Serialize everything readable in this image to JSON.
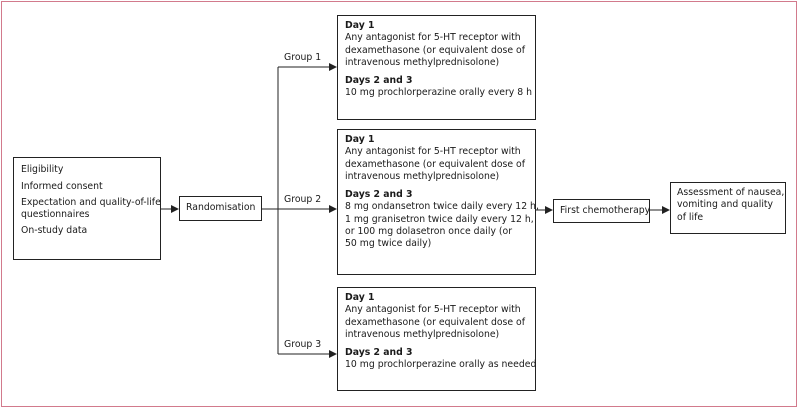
{
  "eligibility_box": {
    "items": [
      "Eligibility",
      "Informed consent",
      "Expectation and quality-of-life",
      "questionnaires",
      "On-study data"
    ]
  },
  "randomisation": "Randomisation",
  "group_labels": [
    "Group 1",
    "Group 2",
    "Group 3"
  ],
  "groups": [
    {
      "day1_heading": "Day 1",
      "day1_lines": [
        "Any antagonist for 5-HT receptor with",
        "dexamethasone (or equivalent dose of",
        "intravenous methylprednisolone)"
      ],
      "days23_heading": "Days 2 and 3",
      "days23_lines": [
        "10 mg prochlorperazine orally every 8 h"
      ]
    },
    {
      "day1_heading": "Day 1",
      "day1_lines": [
        "Any antagonist for 5-HT receptor with",
        "dexamethasone (or equivalent dose of",
        "intravenous methylprednisolone)"
      ],
      "days23_heading": "Days 2 and 3",
      "days23_lines": [
        "8 mg ondansetron twice daily every 12 h,",
        "1 mg granisetron twice daily  every 12 h,",
        "or 100 mg dolasetron once daily (or",
        "50 mg twice daily)"
      ]
    },
    {
      "day1_heading": "Day 1",
      "day1_lines": [
        "Any antagonist for 5-HT receptor with",
        "dexamethasone (or equivalent dose of",
        "intravenous methylprednisolone)"
      ],
      "days23_heading": "Days 2 and 3",
      "days23_lines": [
        "10 mg prochlorperazine orally as needed"
      ]
    }
  ],
  "first_chemotherapy": "First chemotherapy",
  "assessment": [
    "Assessment of nausea,",
    "vomiting and quality",
    "of life"
  ],
  "colors": {
    "frame_border": "#d27a8c",
    "line": "#222222"
  }
}
